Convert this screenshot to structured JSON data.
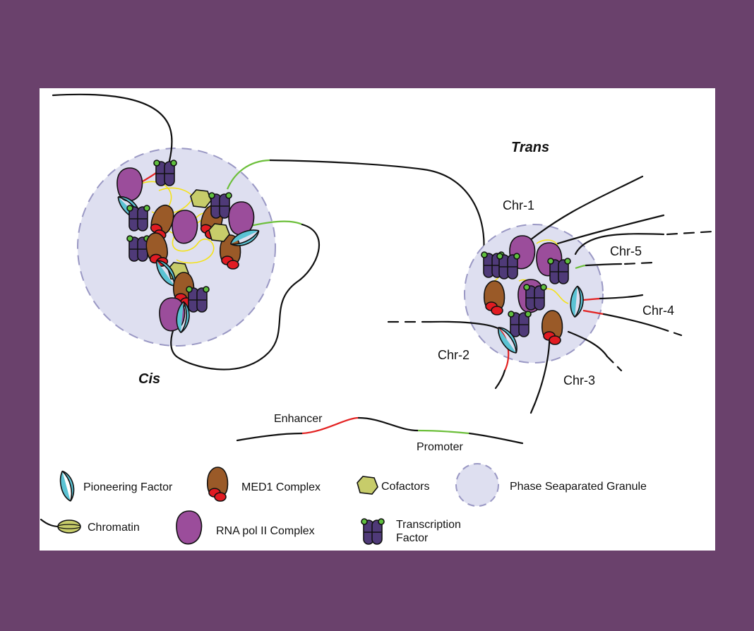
{
  "colors": {
    "background": "#6a416c",
    "panel": "#ffffff",
    "granule": "#dedff0",
    "granule_border": "#9a98c4",
    "pioneering_factor": "#5bc3d4",
    "med1": "#9a5a28",
    "med1_red": "#e11b22",
    "cofactor": "#c7cc6a",
    "rna_pol": "#9b4d9b",
    "tf": "#4f3a78",
    "tf_dot": "#5fbf3e",
    "enhancer": "#e32222",
    "promoter": "#6cbf3a"
  },
  "labels": {
    "cis": "Cis",
    "trans": "Trans",
    "chr1": "Chr-1",
    "chr2": "Chr-2",
    "chr3": "Chr-3",
    "chr4": "Chr-4",
    "chr5": "Chr-5",
    "enhancer": "Enhancer",
    "promoter": "Promoter"
  },
  "legend": {
    "pioneering_factor": "Pioneering Factor",
    "med1_complex": "MED1 Complex",
    "cofactors": "Cofactors",
    "granule": "Phase Seaparated Granule",
    "chromatin": "Chromatin",
    "rna_pol": "RNA pol II Complex",
    "tf_line1": "Transcription",
    "tf_line2": "Factor"
  }
}
